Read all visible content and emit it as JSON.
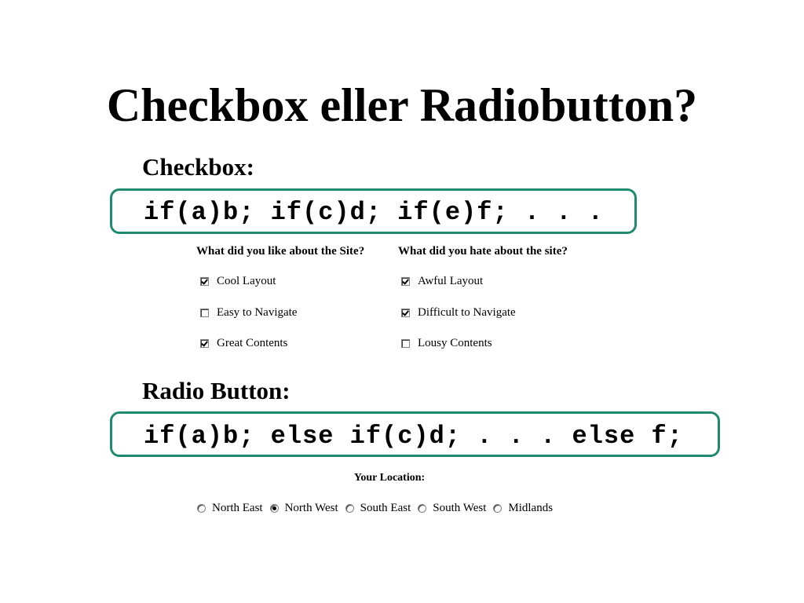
{
  "title": "Checkbox eller Radiobutton?",
  "checkbox_section": {
    "heading": "Checkbox:",
    "code": "if(a)b; if(c)d; if(e)f; . . .",
    "like_column": {
      "heading": "What did you like about the Site?",
      "options": [
        {
          "label": "Cool Layout",
          "checked": true
        },
        {
          "label": "Easy to Navigate",
          "checked": false
        },
        {
          "label": "Great Contents",
          "checked": true
        }
      ]
    },
    "hate_column": {
      "heading": "What did you hate about the site?",
      "options": [
        {
          "label": "Awful Layout",
          "checked": true
        },
        {
          "label": "Difficult to Navigate",
          "checked": true
        },
        {
          "label": "Lousy Contents",
          "checked": false
        }
      ]
    }
  },
  "radio_section": {
    "heading": "Radio Button:",
    "code": "if(a)b; else if(c)d; . . . else f;",
    "group_label": "Your Location:",
    "options": [
      {
        "label": "North East",
        "selected": false
      },
      {
        "label": "North West",
        "selected": true
      },
      {
        "label": "South East",
        "selected": false
      },
      {
        "label": "South West",
        "selected": false
      },
      {
        "label": "Midlands",
        "selected": false
      }
    ]
  },
  "colors": {
    "accent_border": "#1f8a70"
  }
}
